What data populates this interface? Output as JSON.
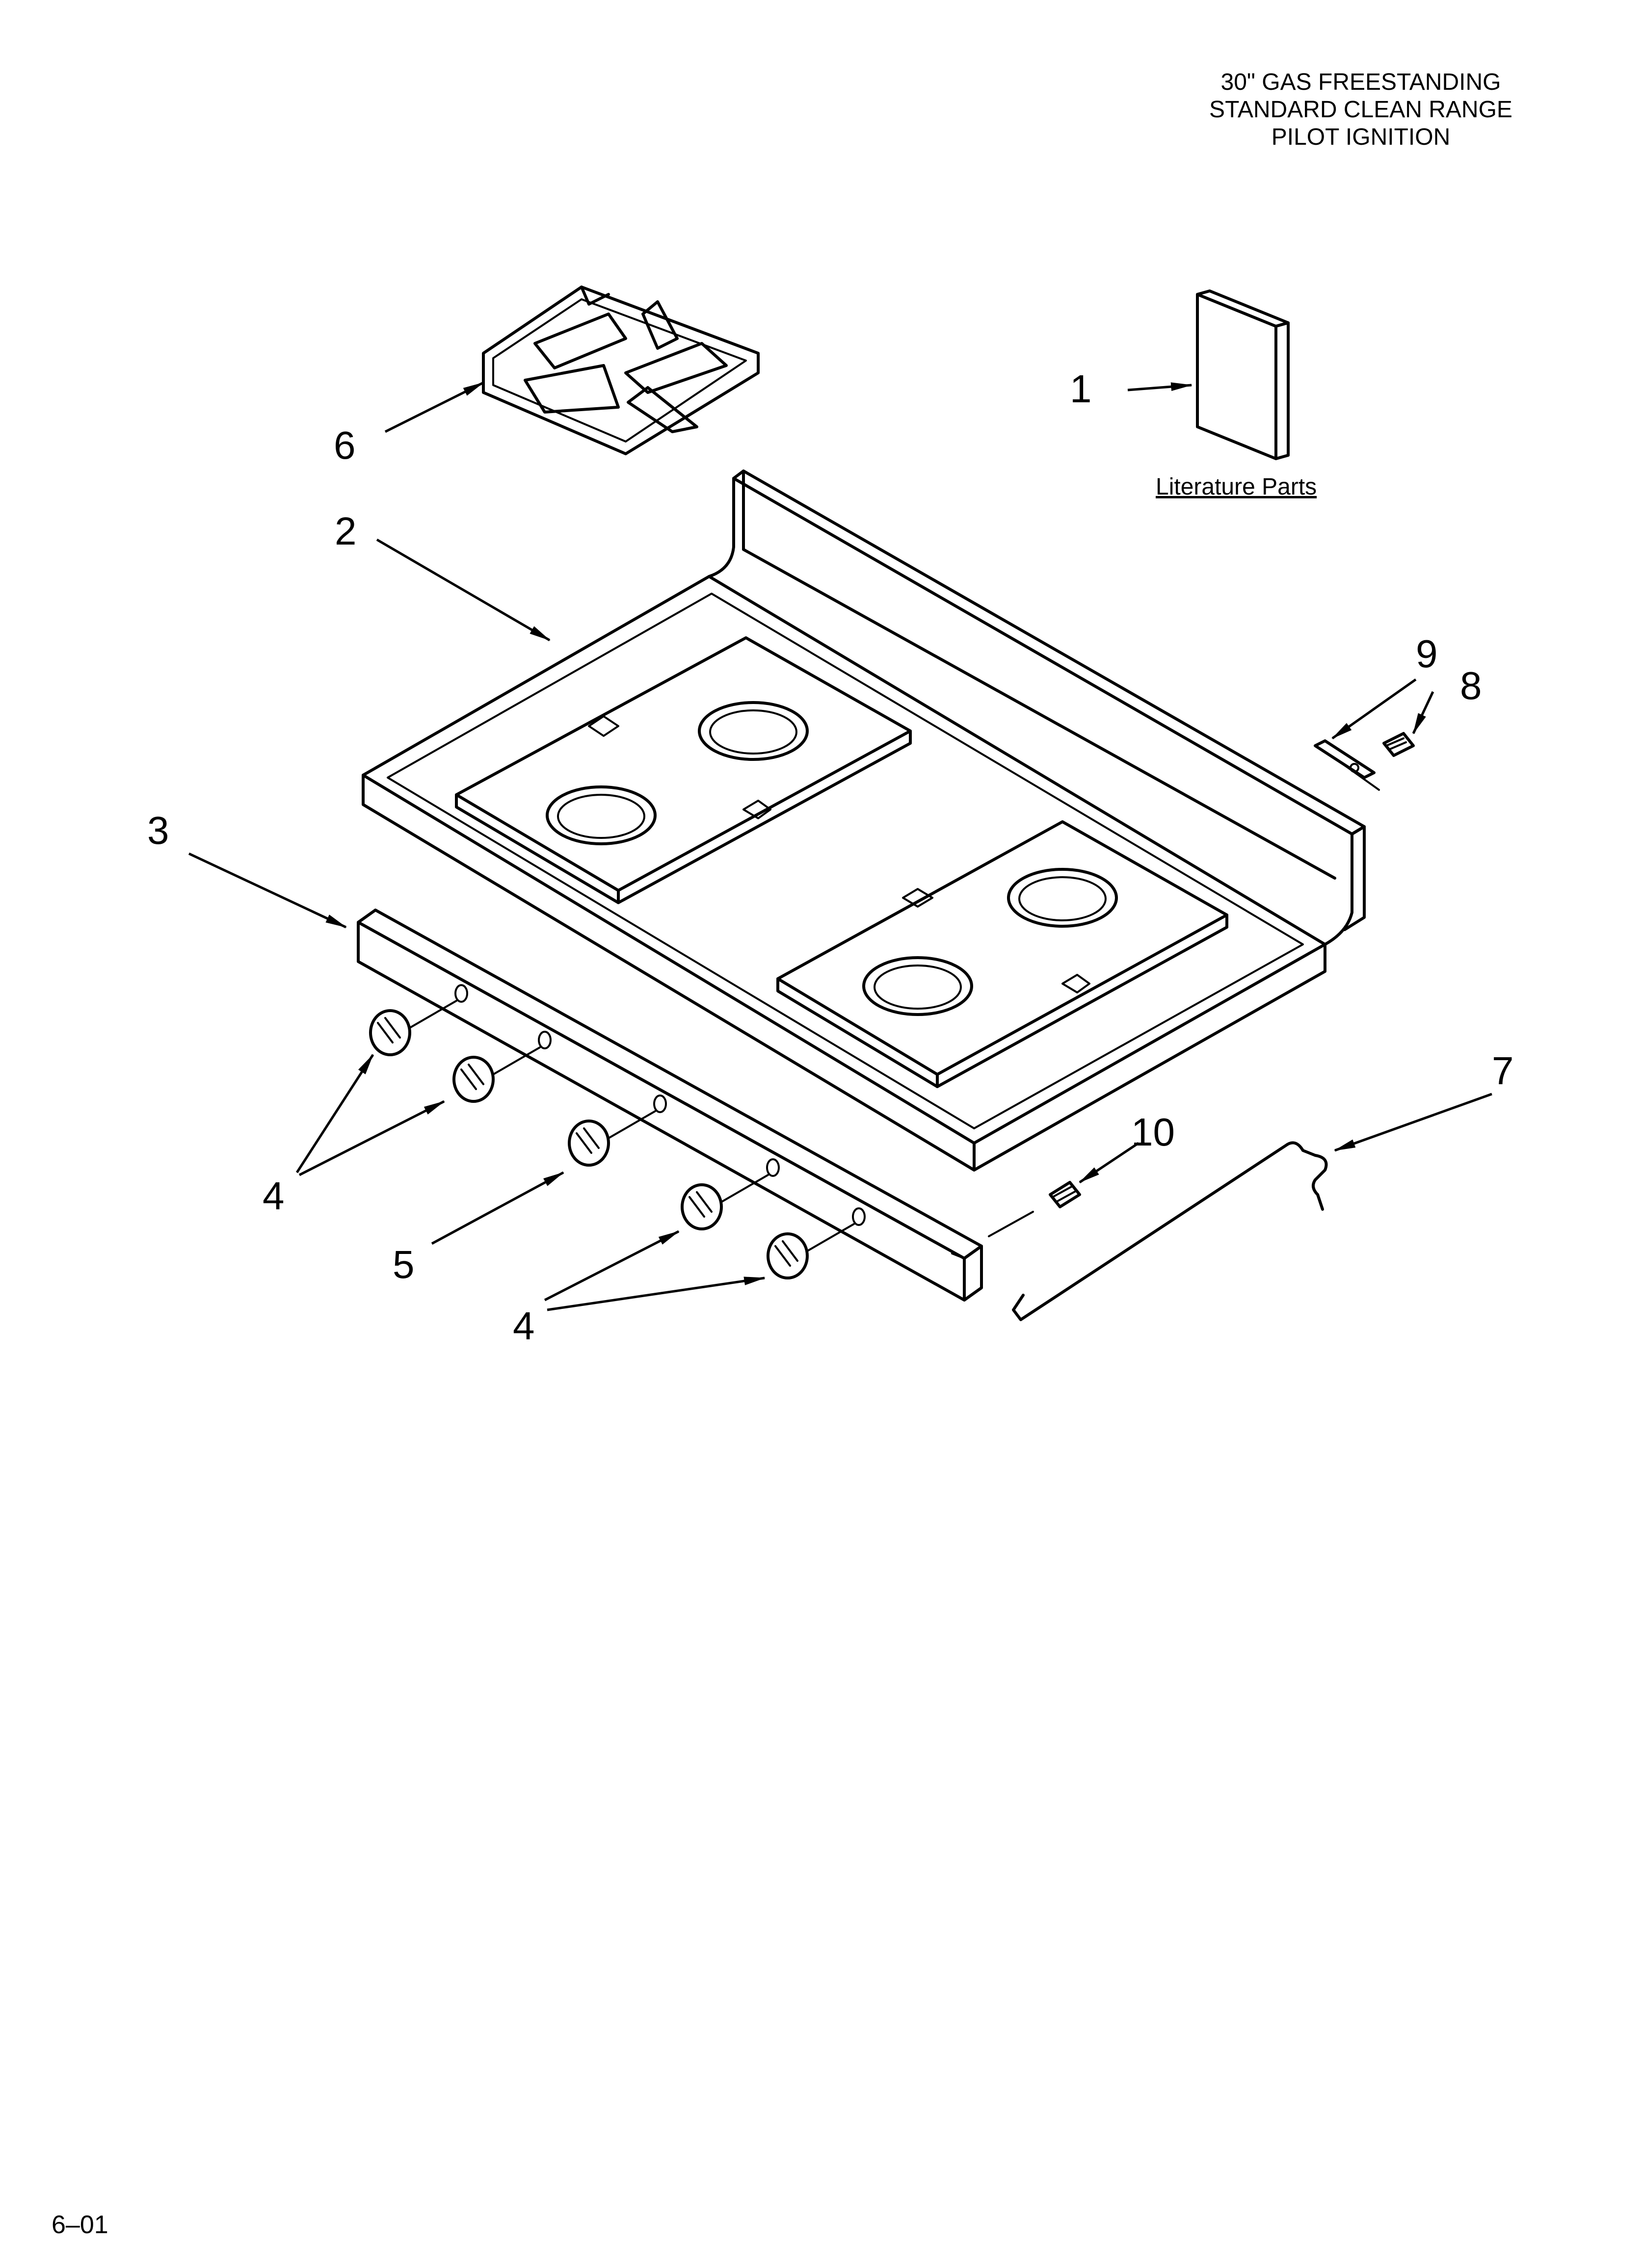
{
  "header": {
    "line1": "30\" GAS FREESTANDING",
    "line2": "STANDARD CLEAN RANGE",
    "line3": "PILOT IGNITION"
  },
  "literature_label": "Literature Parts",
  "callouts": {
    "c1": "1",
    "c2": "2",
    "c3": "3",
    "c4a": "4",
    "c4b": "4",
    "c5": "5",
    "c6": "6",
    "c7": "7",
    "c8": "8",
    "c9": "9",
    "c10": "10"
  },
  "footer": "6–01"
}
